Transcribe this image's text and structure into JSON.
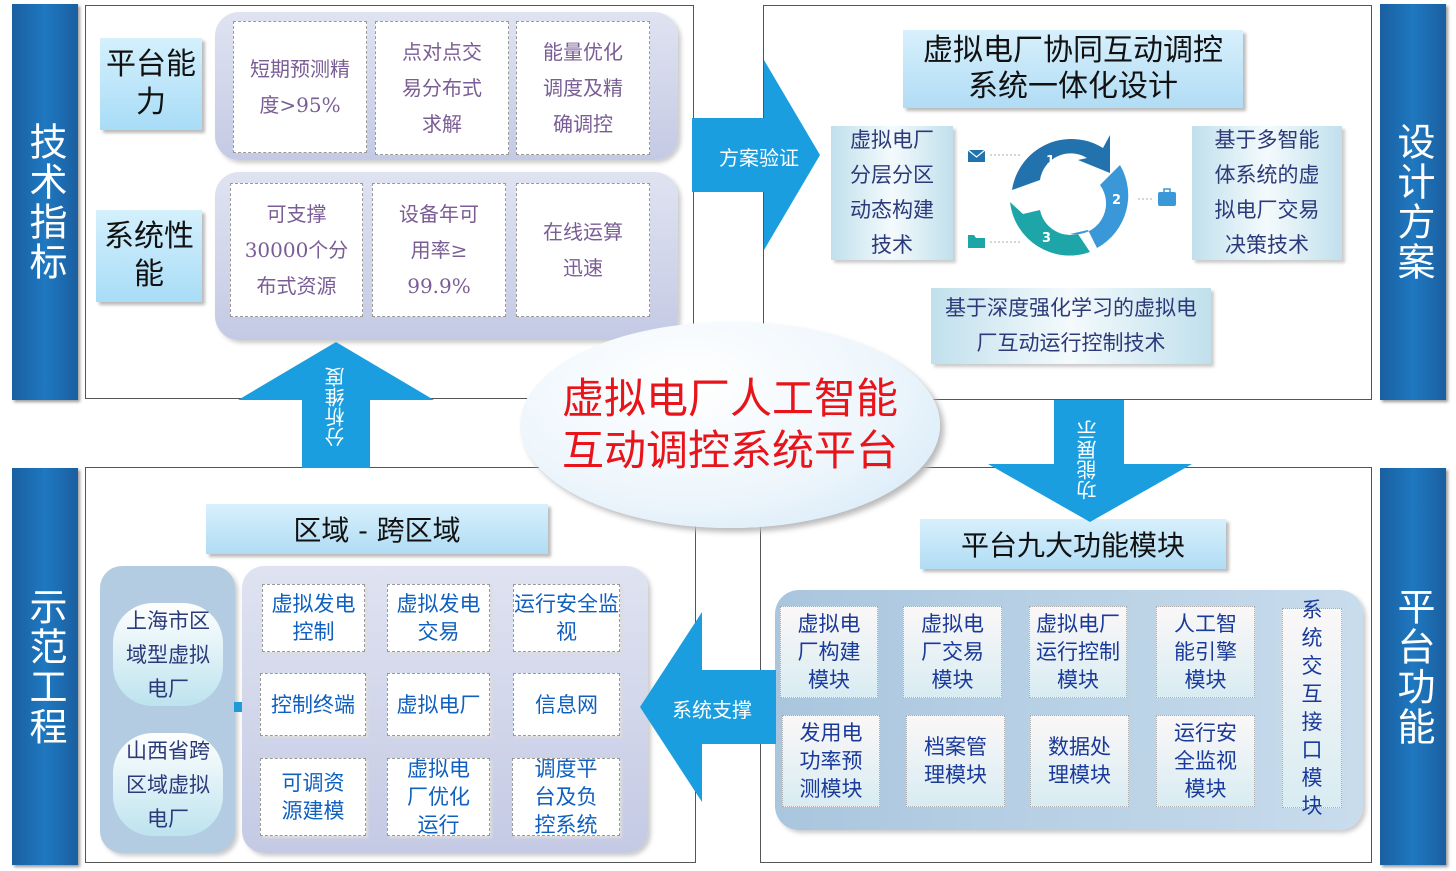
{
  "side_bars": {
    "tech": "技术指标",
    "design": "设计方案",
    "demo": "示范工程",
    "function": "平台功能"
  },
  "center": {
    "line1": "虚拟电厂人工智能",
    "line2": "互动调控系统平台"
  },
  "arrows": {
    "right": "方案验证",
    "up": "分析维度",
    "down": "功能展示",
    "left": "系统支撑"
  },
  "tech": {
    "platform_label": "平台能力",
    "platform_items": [
      "短期预测精度>95%",
      "点对点交易分布式求解",
      "能量优化调度及精确调控"
    ],
    "perf_label": "系统性能",
    "perf_items": [
      "可支撑30000个分布式资源",
      "设备年可用率≥ 99.9%",
      "在线运算迅速"
    ]
  },
  "design": {
    "title": "虚拟电厂协同互动调控系统一体化设计",
    "left": "虚拟电厂分层分区动态构建技术",
    "right": "基于多智能体系统的虚拟电厂交易决策技术",
    "bottom": "基于深度强化学习的虚拟电厂互动运行控制技术",
    "cycle": [
      "1",
      "2",
      "3"
    ],
    "colors": {
      "seg1": "#2272ad",
      "seg2": "#3a98d8",
      "seg3": "#1ea5a8"
    }
  },
  "demo": {
    "title": "区域 - 跨区域",
    "sites": [
      "上海市区域型虚拟电厂",
      "山西省跨区域虚拟电厂"
    ],
    "items": [
      "虚拟发电控制",
      "虚拟发电交易",
      "运行安全监视",
      "控制终端",
      "虚拟电厂",
      "信息网",
      "可调资源建模",
      "虚拟电厂优化运行",
      "调度平台及负控系统"
    ]
  },
  "modules": {
    "title": "平台九大功能模块",
    "items": [
      "虚拟电厂构建模块",
      "虚拟电厂交易模块",
      "虚拟电厂运行控制模块",
      "人工智能引擎模块",
      "发用电功率预测模块",
      "档案管理模块",
      "数据处理模块",
      "运行安全监视模块"
    ],
    "side": "系统交互接口模块"
  }
}
